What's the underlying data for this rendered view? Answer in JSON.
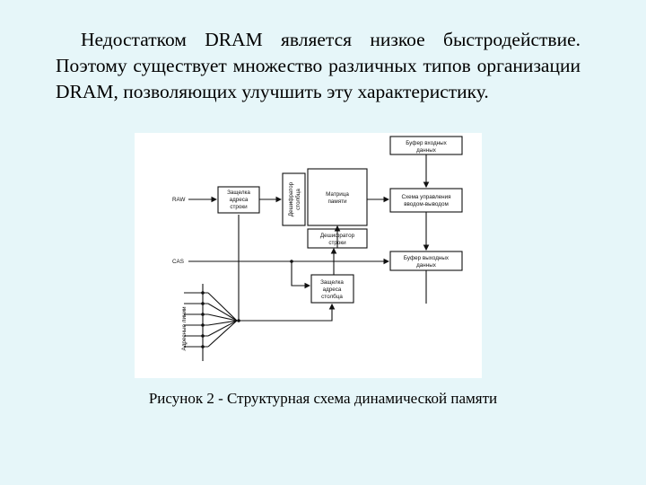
{
  "slide": {
    "paragraph": "Недостатком DRAM является низкое быстродействие. Поэтому существует множество различных типов организации DRAM, позволяющих улучшить эту характеристику.",
    "caption": "Рисунок 2 - Структурная схема динамической памяти"
  },
  "diagram": {
    "input_buffer_line1": "Буфер входных",
    "input_buffer_line2": "данных",
    "column_decoder_line1": "Дешифратор",
    "column_decoder_line2": "столбца",
    "memory_matrix_line1": "Матрица",
    "memory_matrix_line2": "памяти",
    "io_control_line1": "Схема управления",
    "io_control_line2": "вводом-выводом",
    "row_latch_line1": "Защелка",
    "row_latch_line2": "адреса",
    "row_latch_line3": "строки",
    "row_decoder_line1": "Дешифратор",
    "row_decoder_line2": "строки",
    "output_buffer_line1": "Буфер выходных",
    "output_buffer_line2": "данных",
    "col_latch_line1": "Защелка",
    "col_latch_line2": "адреса",
    "col_latch_line3": "столбца",
    "ras_label": "RAW",
    "cas_label": "CAS",
    "address_lines_label": "Адресные линии"
  }
}
